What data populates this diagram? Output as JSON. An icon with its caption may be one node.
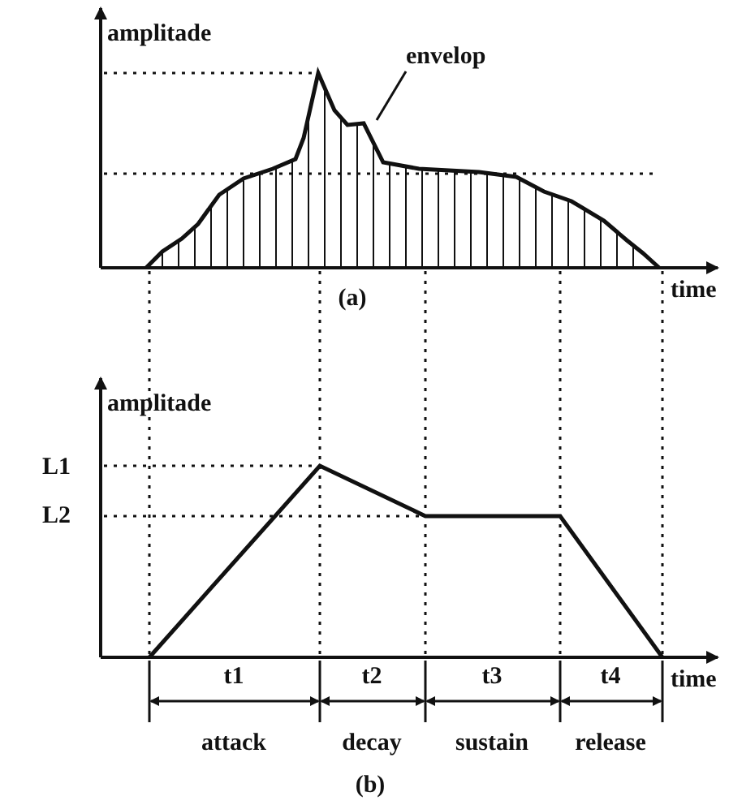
{
  "diagram": {
    "nodes": [
      {
        "text": [
          "envelop"
        ]
      },
      {
        "text": [],
        "shape": "curve"
      }
    ],
    "edges": [
      {
        "from": 0,
        "to": 1,
        "arrow": "none"
      }
    ],
    "labels": [
      "amplitade",
      "(a)",
      "time",
      "amplitade",
      "L1",
      "L2",
      "t1",
      "t2",
      "t3",
      "t4",
      "time",
      "attack",
      "decay",
      "sustain",
      "release",
      "(b)"
    ]
  }
}
